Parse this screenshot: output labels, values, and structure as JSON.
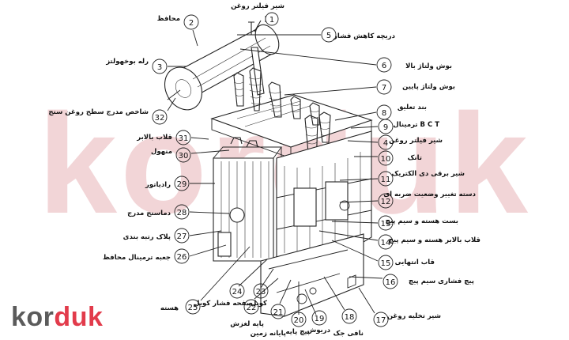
{
  "watermark": "korduk",
  "brand": {
    "part1": "kor",
    "part2": "duk"
  },
  "colors": {
    "accent": "#e23b4b",
    "watermark": "#e9b3b8",
    "brand_gray": "#5b5b5b"
  },
  "callouts": [
    {
      "n": "1",
      "label": "شیر فیلتر روغن"
    },
    {
      "n": "2",
      "label": "محافظ"
    },
    {
      "n": "3",
      "label": "رله بوخهولتز"
    },
    {
      "n": "32",
      "label": "شاخص مدرج سطح روغن سنج"
    },
    {
      "n": "5",
      "label": "دریچه کاهش فشار"
    },
    {
      "n": "6",
      "label": "بوش ولتاژ بالا"
    },
    {
      "n": "7",
      "label": "بوش ولتاژ پایین"
    },
    {
      "n": "8",
      "label": "بند تعلیق"
    },
    {
      "n": "9",
      "label": "ترمینال B C T"
    },
    {
      "n": "4",
      "label": "شیر فیلتر روغن"
    },
    {
      "n": "10",
      "label": "تانک"
    },
    {
      "n": "11",
      "label": "شیر برقی دی الکتریک"
    },
    {
      "n": "12",
      "label": "دسته تغییر وضعیت ضربه ای"
    },
    {
      "n": "13",
      "label": "بست هسته و سیم پیچ"
    },
    {
      "n": "14",
      "label": "قلاب بالابر هسته و سیم پیچ"
    },
    {
      "n": "15",
      "label": "قاب انتهایی"
    },
    {
      "n": "16",
      "label": "پیچ فشاری سیم پیچ"
    },
    {
      "n": "17",
      "label": "شیر تخلیه روغن"
    },
    {
      "n": "18",
      "label": "نافی جک"
    },
    {
      "n": "19",
      "label": "دریوش"
    },
    {
      "n": "20",
      "label": "پیچ پایه"
    },
    {
      "n": "21",
      "label": "پایانه زمین"
    },
    {
      "n": "22",
      "label": "پایه لغزش"
    },
    {
      "n": "23",
      "label": "کویل"
    },
    {
      "n": "24",
      "label": "صفحه فشار کویل"
    },
    {
      "n": "25",
      "label": "هسته"
    },
    {
      "n": "26",
      "label": "جعبه ترمینال محافظ"
    },
    {
      "n": "27",
      "label": "پلاک رتبه بندی"
    },
    {
      "n": "28",
      "label": "دماسنج مدرج"
    },
    {
      "n": "29",
      "label": "رادیاتور"
    },
    {
      "n": "30",
      "label": "منهول"
    },
    {
      "n": "31",
      "label": "قلاب بالابر"
    }
  ]
}
